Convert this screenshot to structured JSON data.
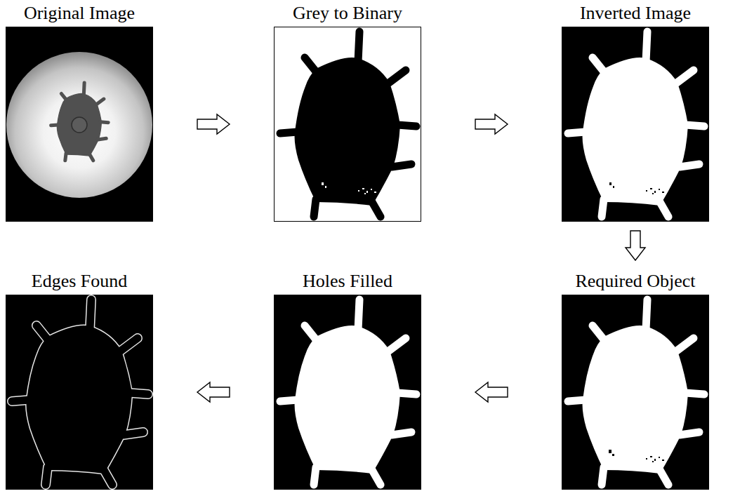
{
  "diagram": {
    "nodes": [
      {
        "text": [
          "Original Image"
        ]
      },
      {
        "text": [
          "Grey to Binary"
        ]
      },
      {
        "text": [
          "Inverted Image"
        ]
      },
      {
        "text": [
          "Edges Found"
        ]
      },
      {
        "text": [
          "Holes Filled"
        ]
      },
      {
        "text": [
          "Required Object"
        ]
      }
    ],
    "edges": [
      {
        "from": 0,
        "to": 1,
        "arrow": "to"
      },
      {
        "from": 1,
        "to": 2,
        "arrow": "to"
      },
      {
        "from": 2,
        "to": 5,
        "arrow": "to"
      },
      {
        "from": 5,
        "to": 4,
        "arrow": "to"
      },
      {
        "from": 4,
        "to": 3,
        "arrow": "to"
      }
    ]
  }
}
